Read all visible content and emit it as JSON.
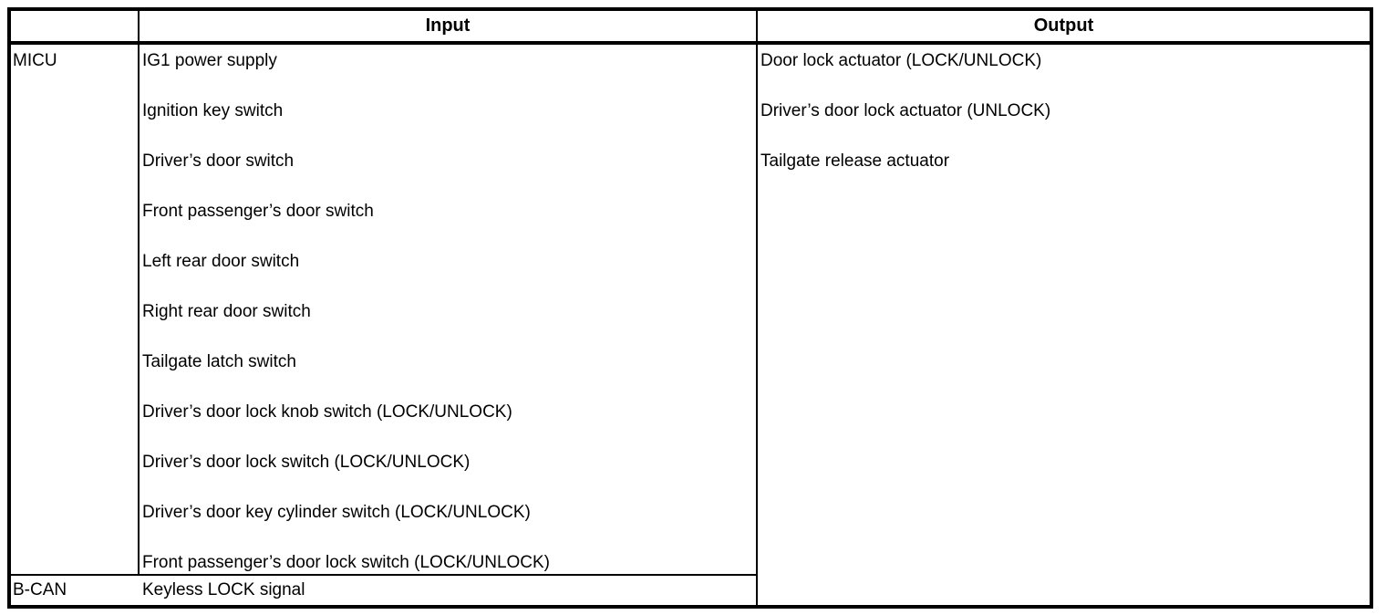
{
  "table": {
    "headers": {
      "source": "",
      "input": "Input",
      "output": "Output"
    },
    "rows": [
      {
        "source": "MICU",
        "inputs": [
          "IG1 power supply",
          "Ignition key switch",
          "Driver’s door switch",
          "Front passenger’s door switch",
          "Left rear door switch",
          "Right rear door switch",
          "Tailgate latch switch",
          "Driver’s door lock knob switch (LOCK/UNLOCK)",
          "Driver’s door lock switch (LOCK/UNLOCK)",
          "Driver’s door key cylinder switch (LOCK/UNLOCK)",
          "Front passenger’s door lock switch (LOCK/UNLOCK)"
        ]
      },
      {
        "source": "B-CAN",
        "inputs": [
          "Keyless LOCK signal"
        ]
      }
    ],
    "outputs": [
      "Door lock actuator (LOCK/UNLOCK)",
      "Driver’s door lock actuator (UNLOCK)",
      "Tailgate release actuator"
    ],
    "colors": {
      "border": "#000000",
      "background": "#ffffff",
      "text": "#000000"
    }
  }
}
